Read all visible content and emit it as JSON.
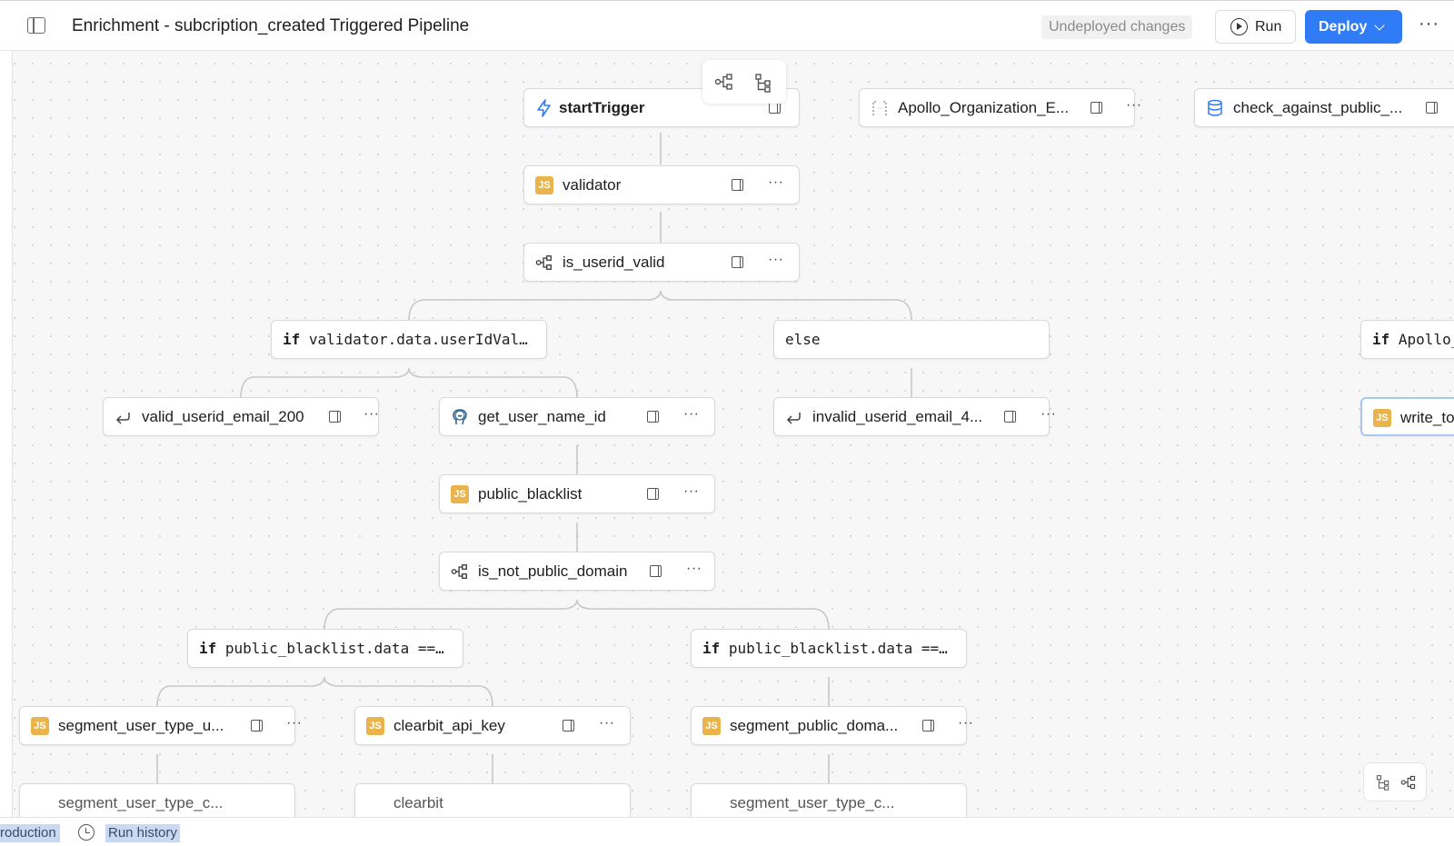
{
  "header": {
    "title": "Enrichment - subcription_created Triggered Pipeline",
    "status": "Undeployed changes",
    "run_label": "Run",
    "deploy_label": "Deploy",
    "more": "···"
  },
  "nodes": {
    "startTrigger": "startTrigger",
    "apollo": "Apollo_Organization_E...",
    "check_public": "check_against_public_...",
    "validator": "validator",
    "is_userid_valid": "is_userid_valid",
    "if_validator_kw": "if",
    "if_validator_expr": "validator.data.userIdVal…",
    "else_branch": "else",
    "if_apollo_kw": "if",
    "if_apollo_expr": "Apollo_",
    "valid_email_200": "valid_userid_email_200",
    "get_user_name_id": "get_user_name_id",
    "invalid_email": "invalid_userid_email_4...",
    "write_to": "write_to",
    "public_blacklist": "public_blacklist",
    "is_not_public_domain": "is_not_public_domain",
    "if_blacklist_1_kw": "if",
    "if_blacklist_1_expr": "public_blacklist.data ==…",
    "if_blacklist_2_kw": "if",
    "if_blacklist_2_expr": "public_blacklist.data ==…",
    "segment_user_type": "segment_user_type_u...",
    "clearbit_api_key": "clearbit_api_key",
    "segment_public_domain": "segment_public_doma...",
    "cut_1": "segment_user_type_c...",
    "cut_2": "clearbit",
    "cut_3": "segment_user_type_c...",
    "js_badge": "JS",
    "dots": "···"
  },
  "bottom": {
    "environment": "roduction",
    "run_history": "Run history"
  },
  "colors": {
    "accent": "#2f7cf6",
    "js_badge": "#e9b44c",
    "canvas_bg": "#f7f7f8"
  }
}
